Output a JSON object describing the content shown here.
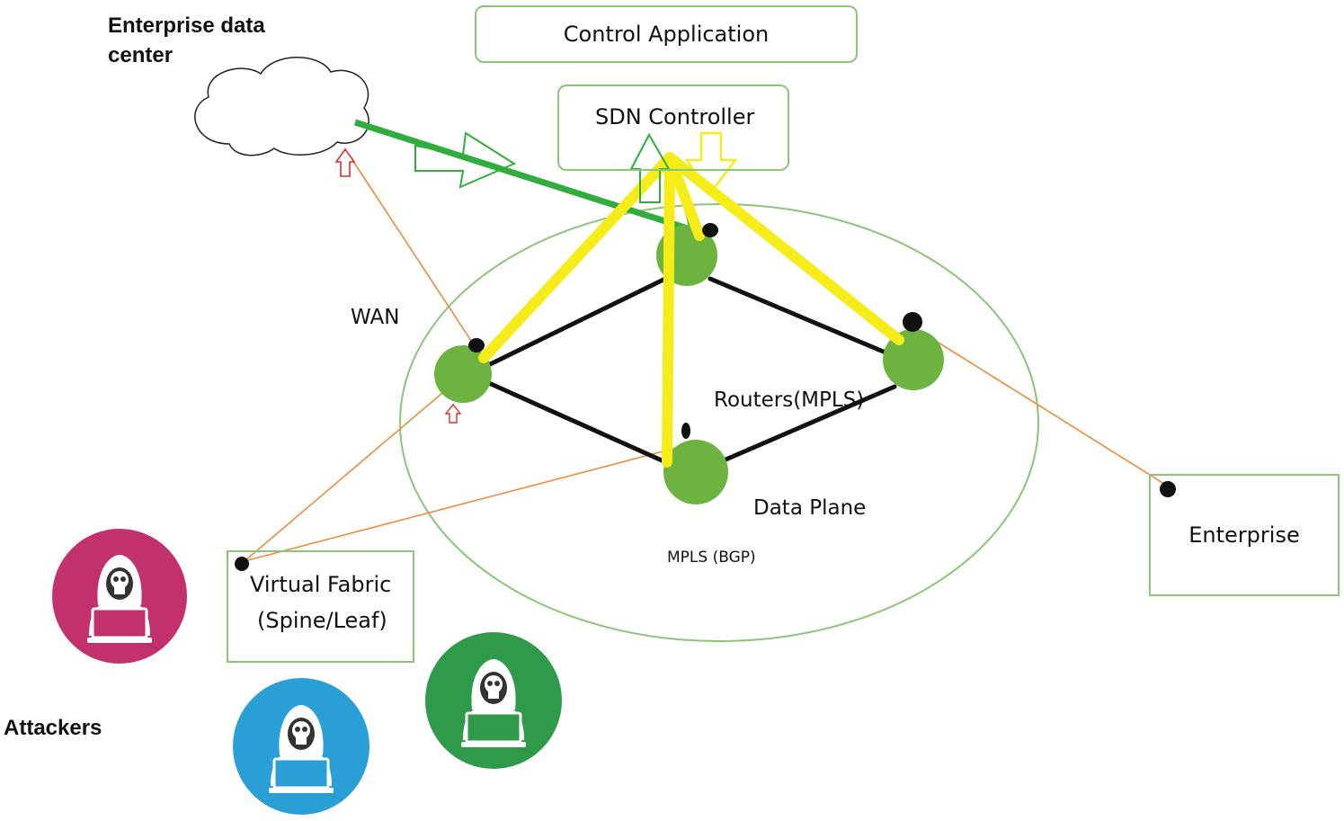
{
  "labels": {
    "enterprise_dc_line1": "Enterprise data",
    "enterprise_dc_line2": "center",
    "control_application": "Control Application",
    "sdn_controller": "SDN Controller",
    "wan": "WAN",
    "routers": "Routers(MPLS)",
    "data_plane": "Data Plane",
    "mpls_bgp": "MPLS (BGP)",
    "enterprise": "Enterprise",
    "virtual_fabric_line1": "Virtual Fabric",
    "virtual_fabric_line2": "(Spine/Leaf)",
    "attackers": "Attackers"
  },
  "attackers": [
    {
      "name": "attacker-magenta",
      "color": "#c2306e"
    },
    {
      "name": "attacker-blue",
      "color": "#2a9fd6"
    },
    {
      "name": "attacker-green",
      "color": "#2f9a4a"
    }
  ],
  "colors": {
    "router": "#6db33f",
    "yellow_link": "#f5ec1a",
    "green_link": "#2fae3e",
    "orange_link": "#f08a3c",
    "box_border": "#8cc47a"
  }
}
